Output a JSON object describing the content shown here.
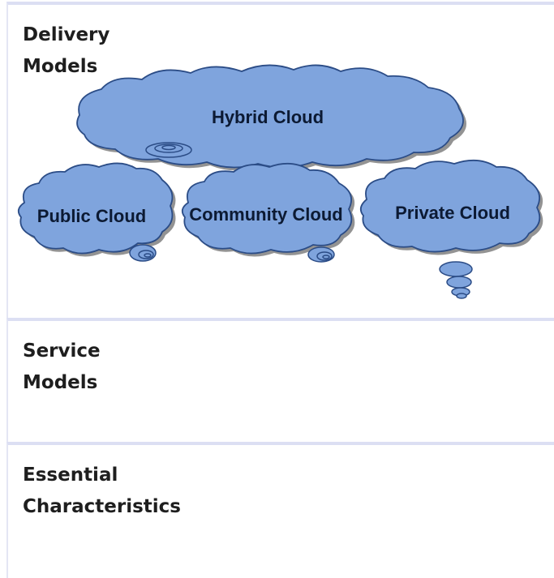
{
  "sections": [
    {
      "title": "Delivery\nModels"
    },
    {
      "title": "Service\nModels"
    },
    {
      "title": "Essential\nCharacteristics"
    }
  ],
  "clouds": {
    "hybrid": "Hybrid Cloud",
    "public": "Public Cloud",
    "community": "Community Cloud",
    "private": "Private Cloud"
  },
  "colors": {
    "cloud_fill": "#7fa4dd",
    "cloud_stroke": "#2b4c86",
    "panel_border": "#dcdff3"
  }
}
